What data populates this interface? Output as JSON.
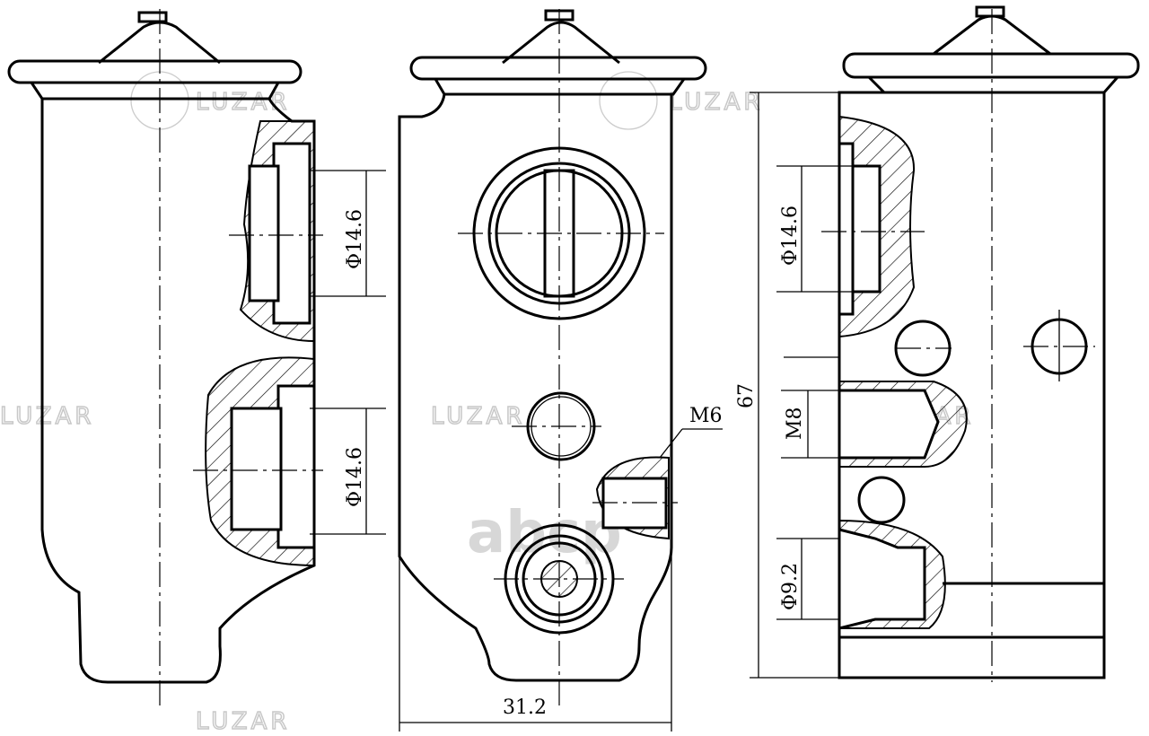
{
  "drawing": {
    "dimensions": {
      "left_upper_diameter": "Φ14.6",
      "left_lower_diameter": "Φ14.6",
      "front_thread": "M6",
      "front_width": "31.2",
      "overall_height": "67",
      "right_upper_diameter": "Φ14.6",
      "right_thread": "M8",
      "right_lower_diameter": "Φ9.2"
    },
    "watermarks": {
      "brand": "LUZAR",
      "marketplace": "abcp"
    }
  }
}
